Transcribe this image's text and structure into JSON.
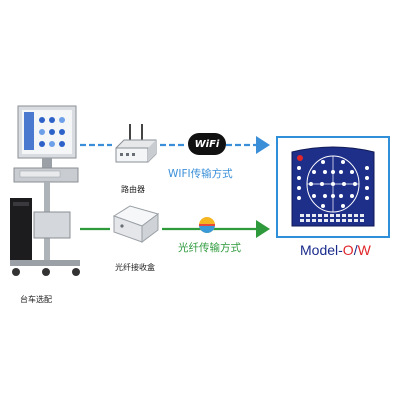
{
  "labels": {
    "router": "路由器",
    "fiber_receiver": "光纤接收盒",
    "trolley": "台车选配",
    "wifi_method": "WIFI传输方式",
    "fiber_method": "光纤传输方式",
    "wifi_badge": "WiFi"
  },
  "model": {
    "prefix": "Model-",
    "suffix_o": "O",
    "slash": "/",
    "suffix_w": "W"
  },
  "colors": {
    "wifi_line": "#3a8fd8",
    "fiber_line": "#2e9a3c",
    "model_text": "#1a2b8c",
    "model_accent": "#e0262b",
    "target_frame": "#2f8fd8",
    "device_panel": "#1e2f8a"
  },
  "icons": [
    "trolley-workstation-image",
    "router-image",
    "fiber-receiver-box-image",
    "wifi-badge-icon",
    "fiber-disc-icon",
    "eeg-device-image"
  ]
}
